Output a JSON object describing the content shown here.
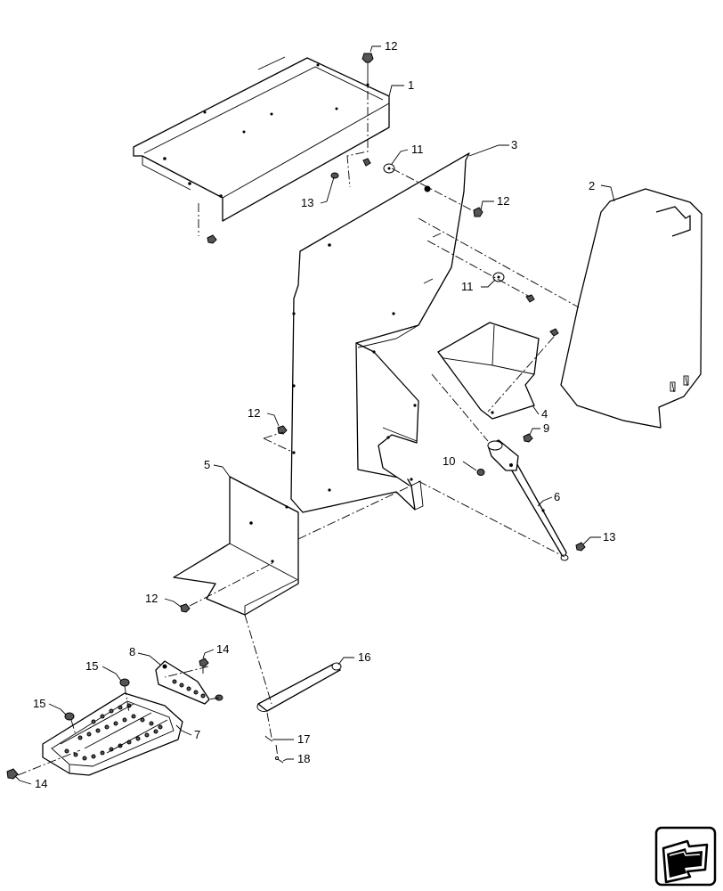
{
  "diagram": {
    "callouts": [
      {
        "id": "c1",
        "text": "1"
      },
      {
        "id": "c2",
        "text": "2"
      },
      {
        "id": "c3",
        "text": "3"
      },
      {
        "id": "c4",
        "text": "4"
      },
      {
        "id": "c5",
        "text": "5"
      },
      {
        "id": "c6",
        "text": "6"
      },
      {
        "id": "c7",
        "text": "7"
      },
      {
        "id": "c8",
        "text": "8"
      },
      {
        "id": "c9",
        "text": "9"
      },
      {
        "id": "c10",
        "text": "10"
      },
      {
        "id": "c11a",
        "text": "11"
      },
      {
        "id": "c11b",
        "text": "11"
      },
      {
        "id": "c12a",
        "text": "12"
      },
      {
        "id": "c12b",
        "text": "12"
      },
      {
        "id": "c12c",
        "text": "12"
      },
      {
        "id": "c12d",
        "text": "12"
      },
      {
        "id": "c13a",
        "text": "13"
      },
      {
        "id": "c13b",
        "text": "13"
      },
      {
        "id": "c14a",
        "text": "14"
      },
      {
        "id": "c14b",
        "text": "14"
      },
      {
        "id": "c15a",
        "text": "15"
      },
      {
        "id": "c15b",
        "text": "15"
      },
      {
        "id": "c16",
        "text": "16"
      },
      {
        "id": "c17",
        "text": "17"
      },
      {
        "id": "c18",
        "text": "18"
      }
    ],
    "nav_icon": "exploded-view-arrow-icon"
  }
}
